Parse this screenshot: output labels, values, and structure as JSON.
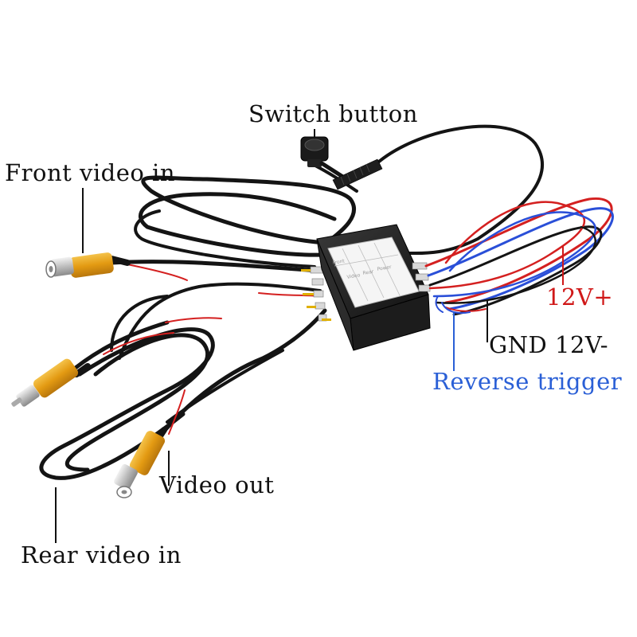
{
  "labels": {
    "switch_button": "Switch button",
    "front_video_in": "Front video in",
    "v12_plus": "12V+",
    "gnd_12v_minus": "GND 12V-",
    "reverse_trigger": "Reverse trigger",
    "video_out": "Video out",
    "rear_video_in": "Rear video in"
  },
  "label_colors": {
    "default": "#111111",
    "v12_plus": "#d01818",
    "reverse_trigger": "#2a5fd6"
  },
  "wire_colors": {
    "black": "#141414",
    "red": "#d42020",
    "blue": "#2a4fd8",
    "rca_yellow": "#e6a21a",
    "rca_metal": "#c8c8c8"
  },
  "icons": [
    "rca-connector-icon",
    "push-button-icon",
    "switch-box-icon"
  ]
}
